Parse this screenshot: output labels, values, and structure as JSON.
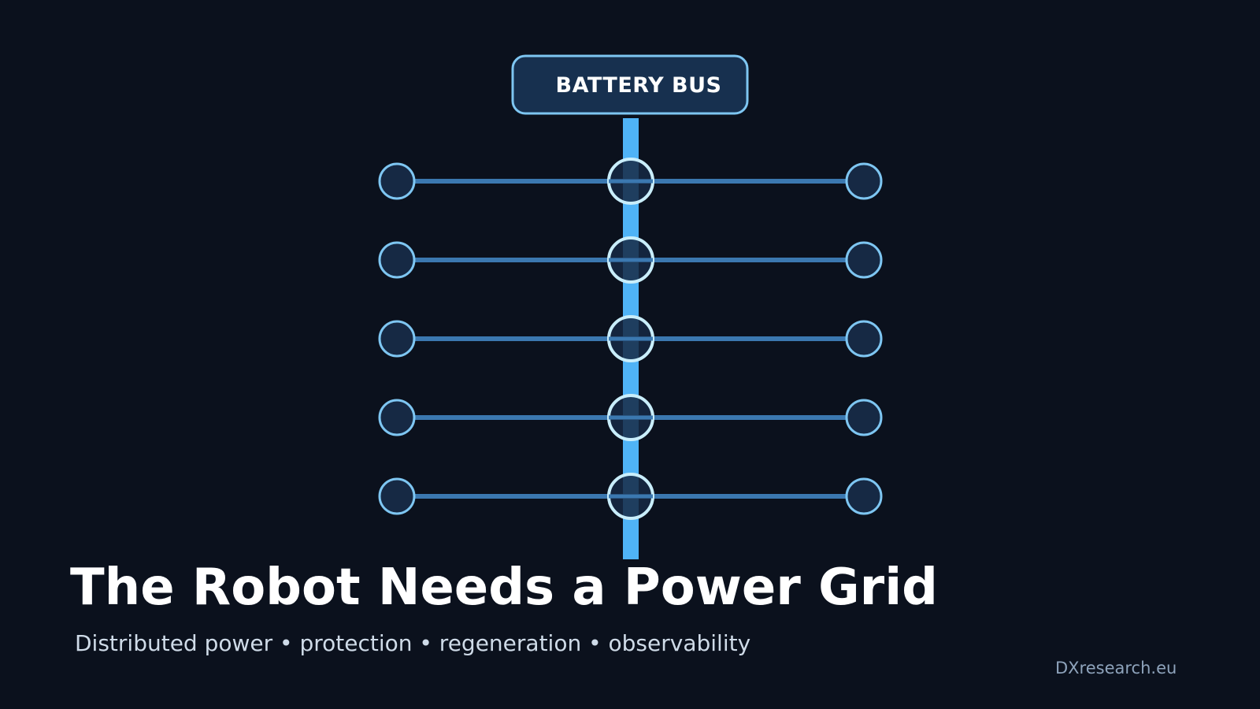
{
  "diagram": {
    "bus_label": "BATTERY BUS",
    "branch_count": 5,
    "colors": {
      "background": "#0b111d",
      "bus_line": "#4fb3f6",
      "branch_line": "#3b78b0",
      "node_fill": "#162944",
      "node_stroke": "#7ec6f2",
      "junction_stroke": "#c9eefb",
      "label_box_fill": "#17304f",
      "label_box_stroke": "#7ec6f2"
    }
  },
  "title": "The Robot Needs a Power Grid",
  "subtitle": "Distributed power • protection • regeneration • observability",
  "brand": "DXresearch.eu"
}
